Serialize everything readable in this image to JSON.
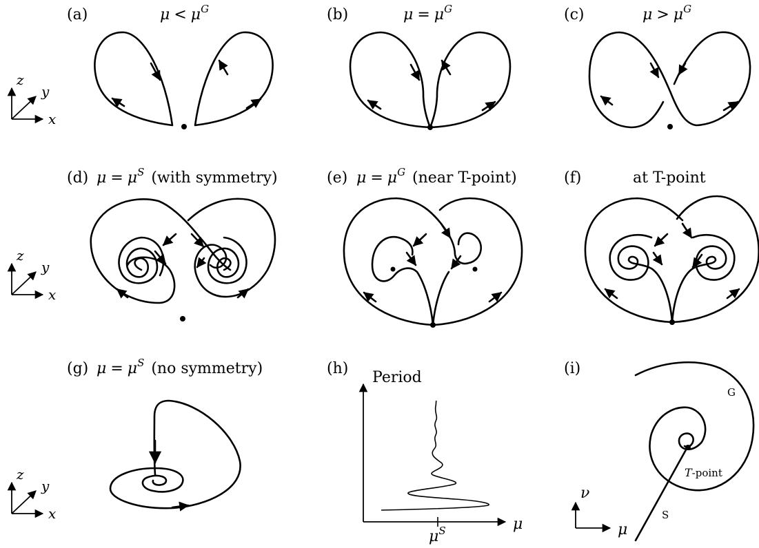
{
  "panels": {
    "a": {
      "tag": "(a)",
      "title": {
        "mu": "μ",
        "rel": "<",
        "mu2": "μ",
        "sup": "G"
      }
    },
    "b": {
      "tag": "(b)",
      "title": {
        "mu": "μ",
        "rel": "=",
        "mu2": "μ",
        "sup": "G"
      }
    },
    "c": {
      "tag": "(c)",
      "title": {
        "mu": "μ",
        "rel": ">",
        "mu2": "μ",
        "sup": "G"
      }
    },
    "d": {
      "tag": "(d)",
      "title": {
        "mu": "μ",
        "rel": "=",
        "mu2": "μ",
        "sup": "S",
        "note": "(with symmetry)"
      }
    },
    "e": {
      "tag": "(e)",
      "title": {
        "mu": "μ",
        "rel": "=",
        "mu2": "μ",
        "sup": "G",
        "note": "(near T-point)"
      }
    },
    "f": {
      "tag": "(f)",
      "title": {
        "text": "at T-point"
      }
    },
    "g": {
      "tag": "(g)",
      "title": {
        "mu": "μ",
        "rel": "=",
        "mu2": "μ",
        "sup": "S",
        "note": "(no symmetry)"
      }
    },
    "h": {
      "tag": "(h)",
      "ylabel": "Period",
      "xlabel": "μ",
      "tick": {
        "mu": "μ",
        "sup": "S"
      }
    },
    "i": {
      "tag": "(i)",
      "label_G": "G",
      "label_S": "S",
      "tpoint_T": "T",
      "tpoint_rest": "-point",
      "axis_v": "ν",
      "axis_h": "μ"
    }
  },
  "axes3d": {
    "z": "z",
    "y": "y",
    "x": "x"
  }
}
